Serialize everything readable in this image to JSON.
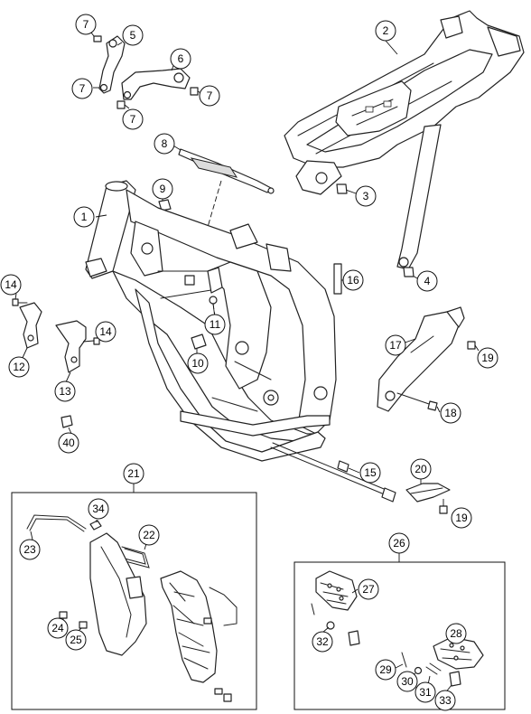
{
  "diagram": {
    "callouts": [
      {
        "id": "c1",
        "label": "1"
      },
      {
        "id": "c2",
        "label": "2"
      },
      {
        "id": "c3",
        "label": "3"
      },
      {
        "id": "c4",
        "label": "4"
      },
      {
        "id": "c5",
        "label": "5"
      },
      {
        "id": "c6",
        "label": "6"
      },
      {
        "id": "c7a",
        "label": "7"
      },
      {
        "id": "c7b",
        "label": "7"
      },
      {
        "id": "c7c",
        "label": "7"
      },
      {
        "id": "c7d",
        "label": "7"
      },
      {
        "id": "c8",
        "label": "8"
      },
      {
        "id": "c9",
        "label": "9"
      },
      {
        "id": "c10",
        "label": "10"
      },
      {
        "id": "c11",
        "label": "11"
      },
      {
        "id": "c12",
        "label": "12"
      },
      {
        "id": "c13",
        "label": "13"
      },
      {
        "id": "c14a",
        "label": "14"
      },
      {
        "id": "c14b",
        "label": "14"
      },
      {
        "id": "c15",
        "label": "15"
      },
      {
        "id": "c16",
        "label": "16"
      },
      {
        "id": "c17",
        "label": "17"
      },
      {
        "id": "c18",
        "label": "18"
      },
      {
        "id": "c19a",
        "label": "19"
      },
      {
        "id": "c19b",
        "label": "19"
      },
      {
        "id": "c20",
        "label": "20"
      },
      {
        "id": "c21",
        "label": "21"
      },
      {
        "id": "c22",
        "label": "22"
      },
      {
        "id": "c23",
        "label": "23"
      },
      {
        "id": "c24",
        "label": "24"
      },
      {
        "id": "c25",
        "label": "25"
      },
      {
        "id": "c26",
        "label": "26"
      },
      {
        "id": "c27",
        "label": "27"
      },
      {
        "id": "c28",
        "label": "28"
      },
      {
        "id": "c29",
        "label": "29"
      },
      {
        "id": "c30",
        "label": "30"
      },
      {
        "id": "c31",
        "label": "31"
      },
      {
        "id": "c32",
        "label": "32"
      },
      {
        "id": "c33",
        "label": "33"
      },
      {
        "id": "c34",
        "label": "34"
      },
      {
        "id": "c40",
        "label": "40"
      }
    ]
  }
}
